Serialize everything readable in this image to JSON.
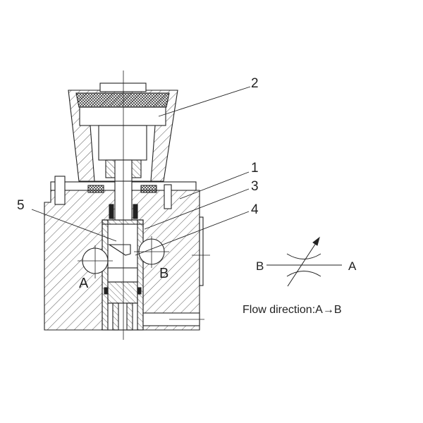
{
  "part_labels": {
    "p1": "1",
    "p2": "2",
    "p3": "3",
    "p4": "4",
    "p5": "5"
  },
  "ports": {
    "a": "A",
    "b": "B"
  },
  "symbol": {
    "left": "B",
    "right": "A"
  },
  "caption": "Flow direction:A→B",
  "colors": {
    "line": "#222222",
    "background": "#ffffff"
  }
}
